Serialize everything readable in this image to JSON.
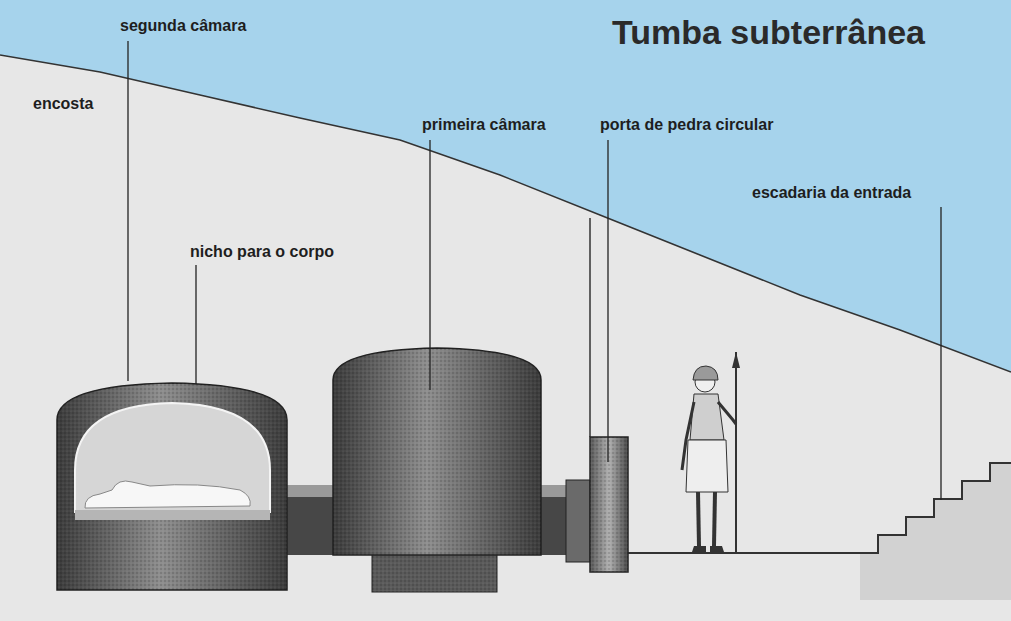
{
  "diagram": {
    "title": "Tumba subterrânea",
    "labels": [
      "segunda câmara",
      "encosta",
      "primeira câmara",
      "porta de pedra circular",
      "escadaria da entrada",
      "nicho para o corpo"
    ]
  }
}
